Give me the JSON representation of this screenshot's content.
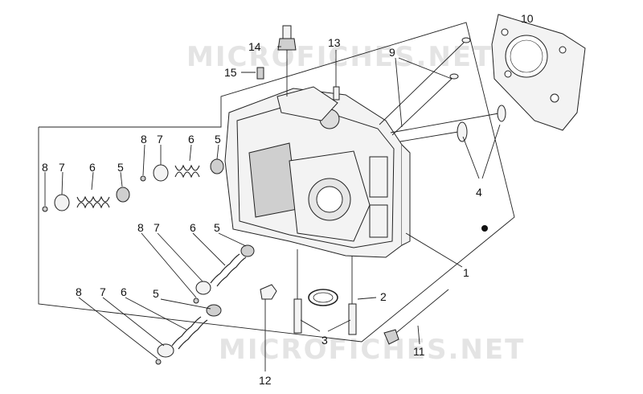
{
  "watermark": {
    "top": "MICROFICHES.NET",
    "bottom": "MICROFICHES.NET"
  },
  "callouts": [
    {
      "id": "c1",
      "text": "1"
    },
    {
      "id": "c2",
      "text": "2"
    },
    {
      "id": "c3",
      "text": "3"
    },
    {
      "id": "c4",
      "text": "4"
    },
    {
      "id": "c5a",
      "text": "5"
    },
    {
      "id": "c5b",
      "text": "5"
    },
    {
      "id": "c5c",
      "text": "5"
    },
    {
      "id": "c5d",
      "text": "5"
    },
    {
      "id": "c6a",
      "text": "6"
    },
    {
      "id": "c6b",
      "text": "6"
    },
    {
      "id": "c6c",
      "text": "6"
    },
    {
      "id": "c6d",
      "text": "6"
    },
    {
      "id": "c7a",
      "text": "7"
    },
    {
      "id": "c7b",
      "text": "7"
    },
    {
      "id": "c7c",
      "text": "7"
    },
    {
      "id": "c7d",
      "text": "7"
    },
    {
      "id": "c8a",
      "text": "8"
    },
    {
      "id": "c8b",
      "text": "8"
    },
    {
      "id": "c8c",
      "text": "8"
    },
    {
      "id": "c8d",
      "text": "8"
    },
    {
      "id": "c9",
      "text": "9"
    },
    {
      "id": "c10",
      "text": "10"
    },
    {
      "id": "c11",
      "text": "11"
    },
    {
      "id": "c12",
      "text": "12"
    },
    {
      "id": "c13",
      "text": "13"
    },
    {
      "id": "c14",
      "text": "14"
    },
    {
      "id": "c15",
      "text": "15"
    }
  ]
}
